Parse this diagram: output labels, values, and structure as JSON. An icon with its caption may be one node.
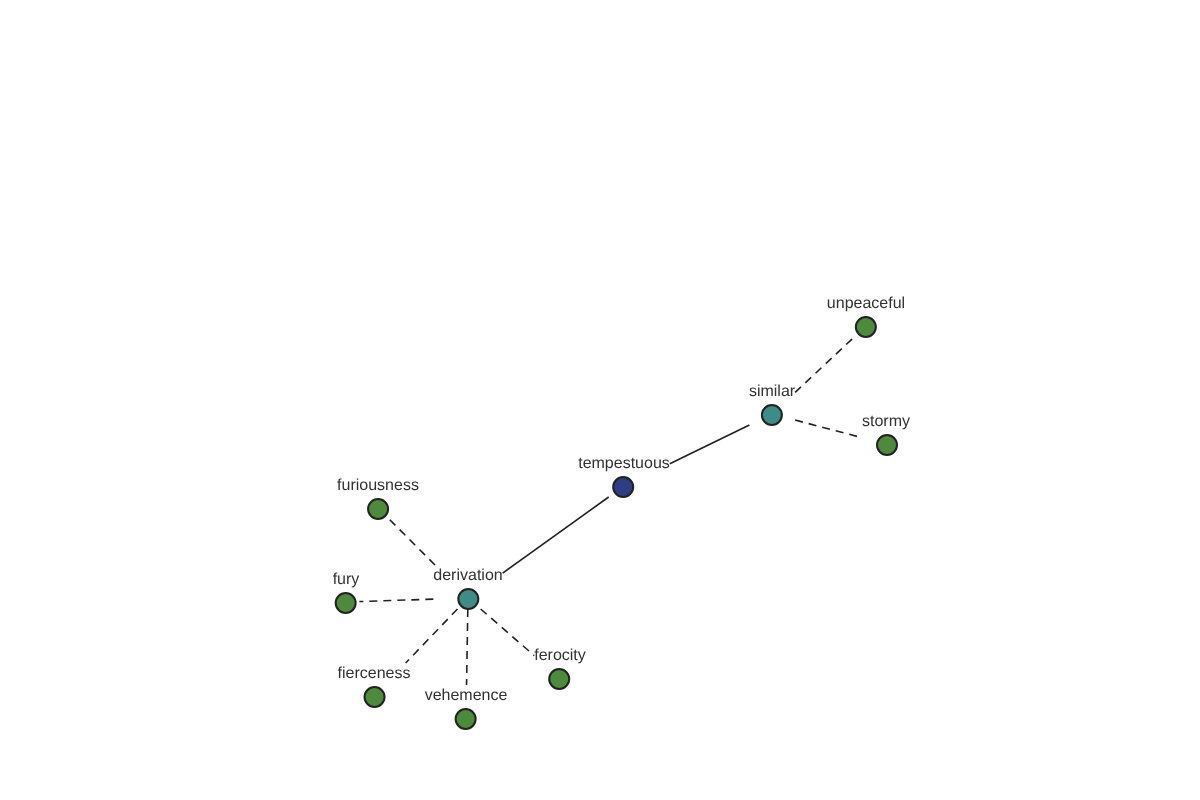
{
  "diagram": {
    "nodes": [
      {
        "text": [
          "tempestuous"
        ]
      },
      {
        "text": [
          "similar"
        ]
      },
      {
        "text": [
          "unpeaceful"
        ]
      },
      {
        "text": [
          "stormy"
        ]
      },
      {
        "text": [
          "derivation"
        ]
      },
      {
        "text": [
          "furiousness"
        ]
      },
      {
        "text": [
          "fury"
        ]
      },
      {
        "text": [
          "fierceness"
        ]
      },
      {
        "text": [
          "vehemence"
        ]
      },
      {
        "text": [
          "ferocity"
        ]
      }
    ],
    "edges": [
      {
        "from": 0,
        "to": 1,
        "arrow": "none"
      },
      {
        "from": 0,
        "to": 4,
        "arrow": "none"
      },
      {
        "from": 1,
        "to": 2,
        "arrow": "none",
        "style": "dashed"
      },
      {
        "from": 1,
        "to": 3,
        "arrow": "none",
        "style": "dashed"
      },
      {
        "from": 4,
        "to": 5,
        "arrow": "none",
        "style": "dashed"
      },
      {
        "from": 4,
        "to": 6,
        "arrow": "none",
        "style": "dashed"
      },
      {
        "from": 4,
        "to": 7,
        "arrow": "none",
        "style": "dashed"
      },
      {
        "from": 4,
        "to": 8,
        "arrow": "none",
        "style": "dashed"
      },
      {
        "from": 4,
        "to": 9,
        "arrow": "none",
        "style": "dashed"
      }
    ]
  }
}
